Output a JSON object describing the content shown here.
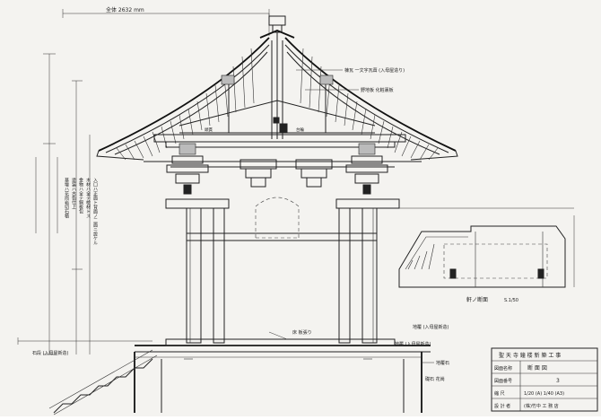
{
  "drawing": {
    "top_dimension": "全体 2632 mm",
    "eave_note": "棟瓦 一文字瓦葺 (入母屋造り)",
    "roof_detail_note": "野地板 化粧裏板",
    "right_section_title": "軒ノ断面",
    "right_section_scale": "S.1/50",
    "left_notes": [
      "入口ハ正面ト背面ノ二面ニ設ケル",
      "木材ハ全テ桧材トス",
      "金物ハ全テ銅板包",
      "塗装ハ古色仕上",
      "基壇ハ花崗岩切石積"
    ],
    "stair_label": "石段 (入母屋新造)",
    "floor_label": "床 板張り",
    "beam_labels": [
      "頭貫",
      "台輪",
      "地覆 (入母屋新造)",
      "礎石 花崗"
    ],
    "right_labels": [
      "地覆石",
      "地覆 (入母屋新造)"
    ]
  },
  "title_block": {
    "rows": [
      {
        "label": "",
        "value": "聖 天 寺 鐘 楼 新 築 工 事"
      },
      {
        "label": "図面名称",
        "value": "断 面 図"
      },
      {
        "label": "図面番号",
        "value": "3"
      },
      {
        "label": "縮 尺",
        "value": "1/20 (A) 1/40 (A3)"
      },
      {
        "label": "設 計 者",
        "value": "(株)竹中 工 務 店"
      }
    ]
  }
}
